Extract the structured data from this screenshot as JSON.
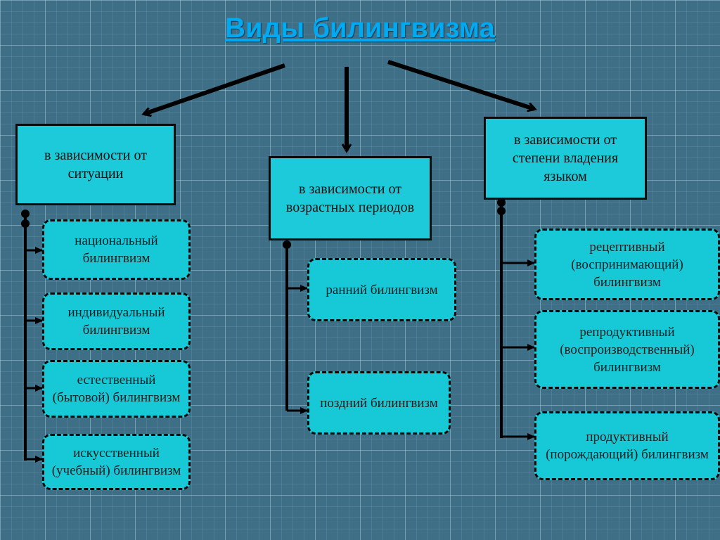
{
  "title": "Виды билингвизма",
  "categories": [
    {
      "label": "в зависимости от ситуации"
    },
    {
      "label": "в зависимости от возрастных периодов"
    },
    {
      "label": "в зависимости от степени владения языком"
    }
  ],
  "items": {
    "situation": [
      "национальный билингвизм",
      "индивидуальный билингвизм",
      "естественный (бытовой) билингвизм",
      "искусственный (учебный) билингвизм"
    ],
    "age": [
      "ранний билингвизм",
      "поздний билингвизм"
    ],
    "proficiency": [
      "рецептивный (воспринимающий) билингвизм",
      "репродуктивный (воспроизводственный) билингвизм",
      "продуктивный (порождающий) билингвизм"
    ]
  }
}
